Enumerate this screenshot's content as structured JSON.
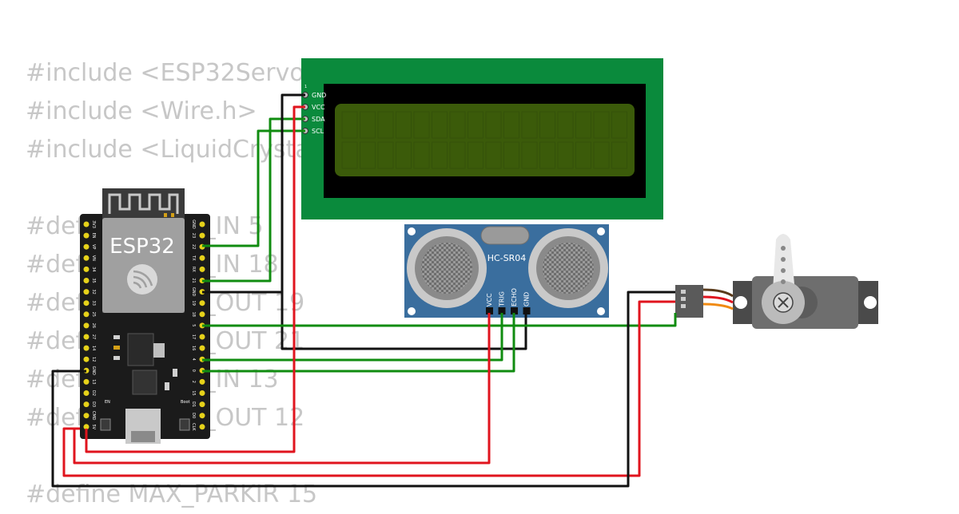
{
  "code_lines": [
    "#include <ESP32Servo.h>        // library of Servo",
    "#include <Wire.h>",
    "#include <LiquidCrystal_I2C.h>",
    "",
    "#define IR_PIN_IN 5",
    "#define IR_PIN_IN 18",
    "#define IR_PIN_OUT 19",
    "#define IR_PIN_OUT 21",
    "#define IR_PIN_IN 13",
    "#define IR_PIN_OUT 12",
    "",
    "#define MAX_PARKIR 15"
  ],
  "esp32": {
    "label": "ESP32",
    "left_pins": [
      "3V3",
      "EN",
      "VP",
      "VN",
      "34",
      "35",
      "32",
      "33",
      "25",
      "26",
      "27",
      "14",
      "12",
      "GND",
      "13",
      "D2",
      "D3",
      "CMD",
      "5V"
    ],
    "right_pins": [
      "GND",
      "23",
      "22",
      "TX",
      "RX",
      "21",
      "GND",
      "19",
      "18",
      "5",
      "17",
      "16",
      "4",
      "0",
      "2",
      "15",
      "D1",
      "D0",
      "CLK"
    ],
    "en_label": "EN",
    "boot_label": "Boot"
  },
  "lcd": {
    "pin_index": "1",
    "pins": [
      "GND",
      "VCC",
      "SDA",
      "SCL"
    ]
  },
  "sensor": {
    "label": "HC-SR04",
    "pins": [
      "VCC",
      "TRIG",
      "ECHO",
      "GND"
    ]
  },
  "colors": {
    "wire_green": "#108c10",
    "wire_black": "#111111",
    "wire_red": "#e0141e",
    "lcd_board": "#0a8a3c",
    "lcd_screen": "#3b5b0a",
    "sensor_board": "#3a6e9e",
    "esp32_board": "#1b1b1b",
    "servo_body": "#6e6e6e"
  },
  "icons": [
    "wifi-antenna-icon",
    "espressif-logo-icon",
    "servo-horn-icon"
  ]
}
